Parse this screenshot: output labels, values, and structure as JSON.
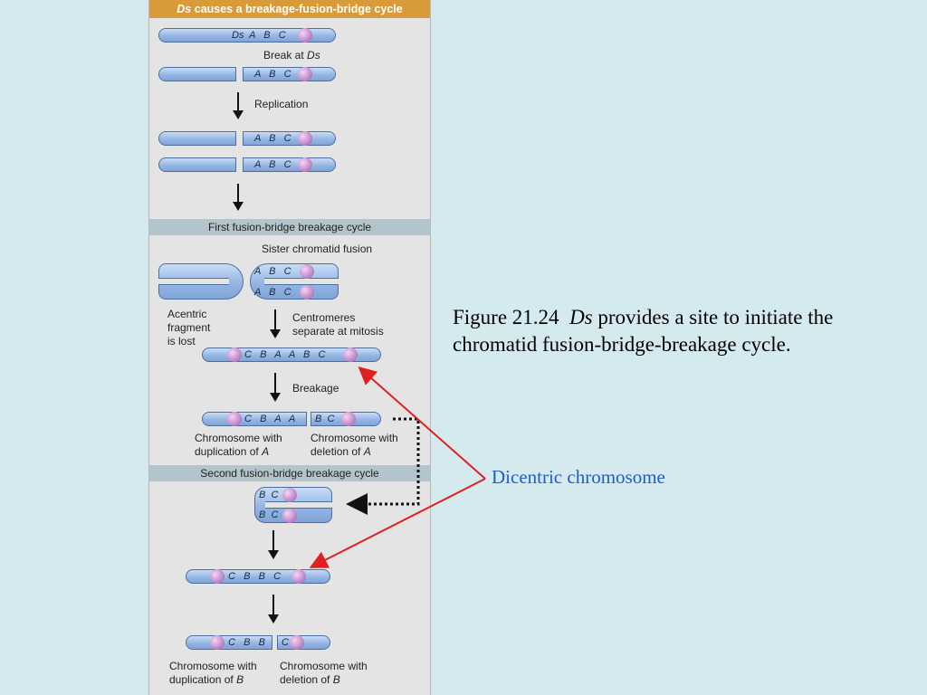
{
  "figure": {
    "header_italic": "Ds",
    "header_rest": " causes a breakage-fusion-bridge cycle",
    "labels": {
      "break_at": "Break at ",
      "break_ds": "Ds",
      "replication": "Replication",
      "sister_fusion": "Sister chromatid fusion",
      "acentric_1": "Acentric",
      "acentric_2": "fragment",
      "acentric_3": "is lost",
      "centromeres_1": "Centromeres",
      "centromeres_2": "separate at mitosis",
      "breakage": "Breakage",
      "dup_a_1": "Chromosome with",
      "dup_a_2": "duplication of ",
      "dup_a_gene": "A",
      "del_a_1": "Chromosome with",
      "del_a_2": "deletion of ",
      "del_a_gene": "A",
      "dup_b_1": "Chromosome with",
      "dup_b_2": "duplication of ",
      "dup_b_gene": "B",
      "del_b_1": "Chromosome with",
      "del_b_2": "deletion of ",
      "del_b_gene": "B"
    },
    "bands": {
      "first_cycle": "First fusion-bridge breakage cycle",
      "second_cycle": "Second fusion-bridge breakage cycle"
    },
    "genes": {
      "g1": "Ds  A   B   C",
      "g_abc": "A   B   C",
      "g_cbaabc": "C   B   A   A   B   C",
      "g_cbaa": "C   B   A   A",
      "g_bc": "B  C",
      "g_cbbc": "C   B   B   C",
      "g_cbb": "C   B   B",
      "g_c": "C"
    }
  },
  "caption": {
    "prefix": "Figure 21.24  ",
    "italic": "Ds",
    "rest": " provides a site to initiate the chromatid fusion-bridge-breakage cycle."
  },
  "annotation": {
    "dicentric": "Dicentric chromosome"
  },
  "colors": {
    "background": "#d5eaef",
    "header": "#d99a3a",
    "band": "#b3c4cc",
    "pointer_arrow": "#e02020",
    "annotation_text": "#1b5ecf"
  }
}
